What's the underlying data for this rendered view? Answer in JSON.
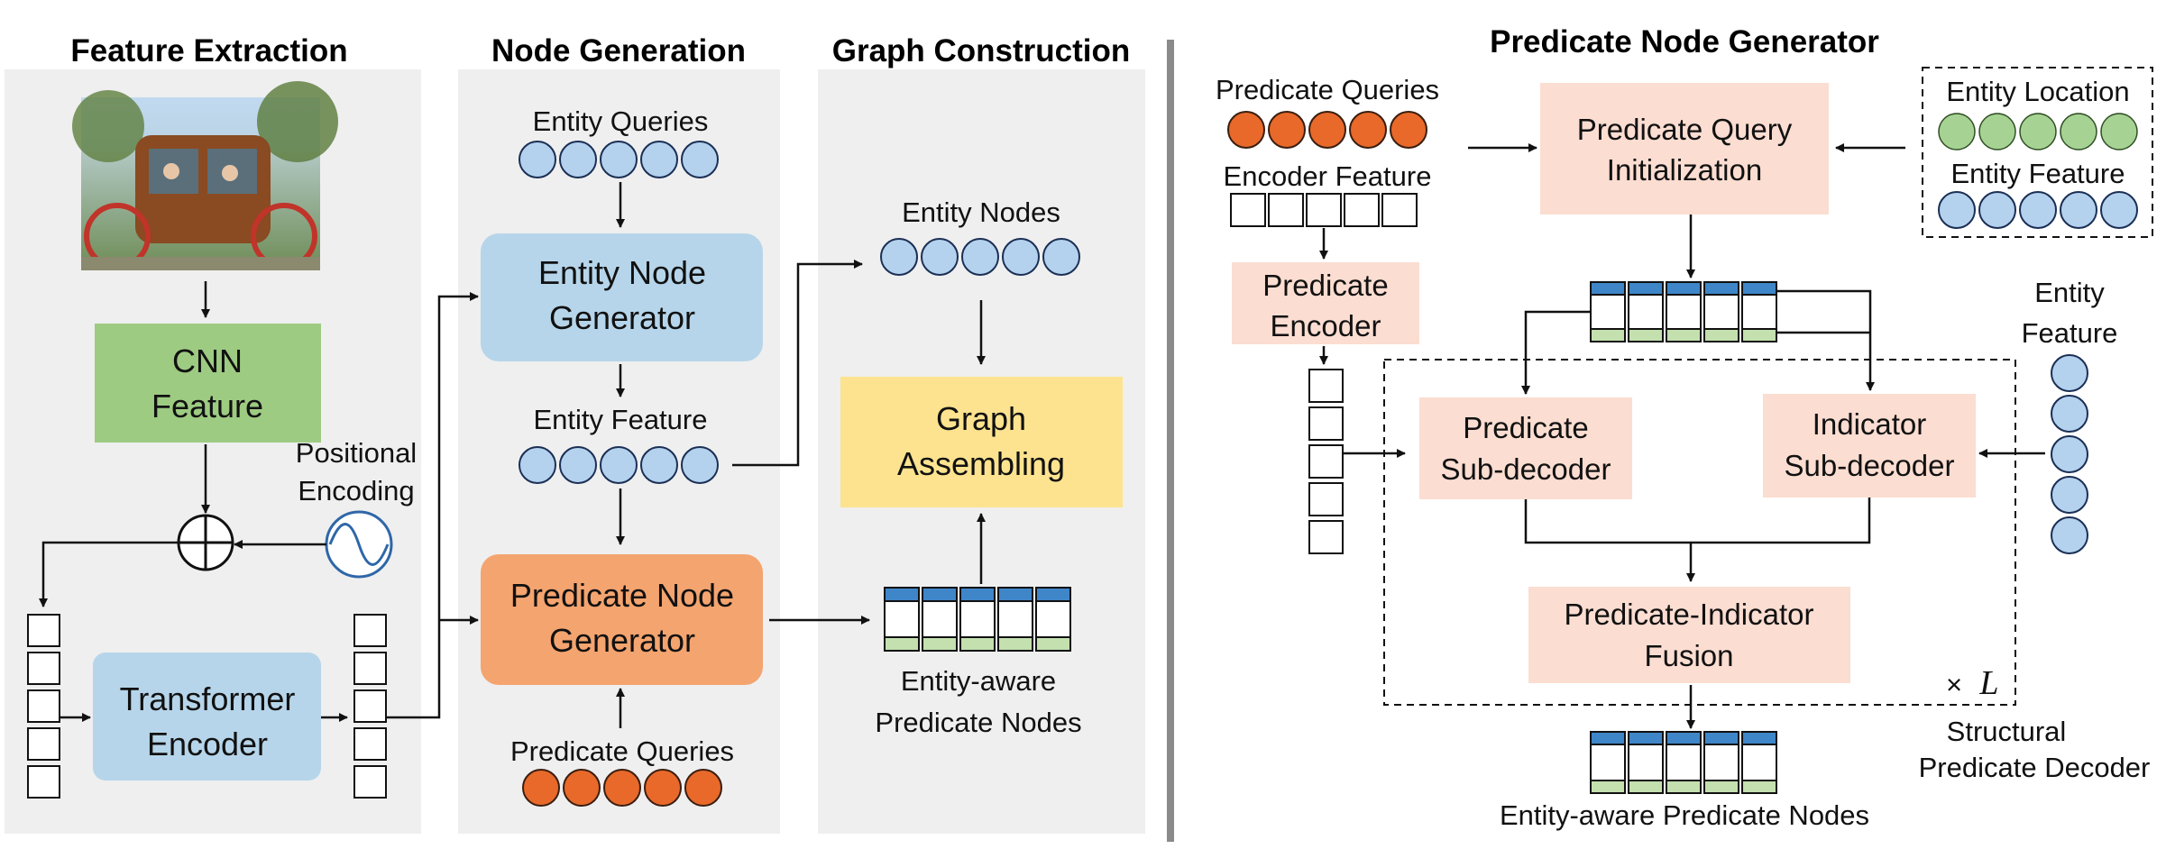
{
  "panels": {
    "feature_extraction": "Feature Extraction",
    "node_generation": "Node Generation",
    "graph_construction": "Graph Construction",
    "predicate_node_generator": "Predicate Node Generator"
  },
  "left": {
    "cnn_line1": "CNN",
    "cnn_line2": "Feature",
    "positional_line1": "Positional",
    "positional_line2": "Encoding",
    "transformer_line1": "Transformer",
    "transformer_line2": "Encoder",
    "entity_queries": "Entity Queries",
    "entity_node_gen_line1": "Entity Node",
    "entity_node_gen_line2": "Generator",
    "entity_feature": "Entity Feature",
    "predicate_node_gen_line1": "Predicate Node",
    "predicate_node_gen_line2": "Generator",
    "predicate_queries": "Predicate Queries",
    "entity_nodes": "Entity Nodes",
    "graph_assembling_line1": "Graph",
    "graph_assembling_line2": "Assembling",
    "entity_aware_line1": "Entity-aware",
    "entity_aware_line2": "Predicate Nodes"
  },
  "right": {
    "predicate_queries": "Predicate Queries",
    "encoder_feature": "Encoder Feature",
    "predicate_encoder_line1": "Predicate",
    "predicate_encoder_line2": "Encoder",
    "pq_init_line1": "Predicate Query",
    "pq_init_line2": "Initialization",
    "entity_location": "Entity Location",
    "entity_feature_box": "Entity Feature",
    "entity_feature_side_line1": "Entity",
    "entity_feature_side_line2": "Feature",
    "predicate_subdecoder_line1": "Predicate",
    "predicate_subdecoder_line2": "Sub-decoder",
    "indicator_subdecoder_line1": "Indicator",
    "indicator_subdecoder_line2": "Sub-decoder",
    "fusion_line1": "Predicate-Indicator",
    "fusion_line2": "Fusion",
    "times": "×",
    "L": "L",
    "structural_line1": "Structural",
    "structural_line2": "Predicate Decoder",
    "output": "Entity-aware Predicate Nodes"
  },
  "colors": {
    "panel_bg": "#efefef",
    "green_box": "#9dcb82",
    "blue_box": "#b6d5ea",
    "orange_box": "#f4a46f",
    "yellow_box": "#fde38f",
    "peach_box": "#fbddd1",
    "blue_circle": "#b4d2ee",
    "orange_circle": "#e8692a",
    "green_circle": "#a6d393",
    "node_top": "#3f86c8",
    "node_bottom": "#c3e0ae"
  }
}
